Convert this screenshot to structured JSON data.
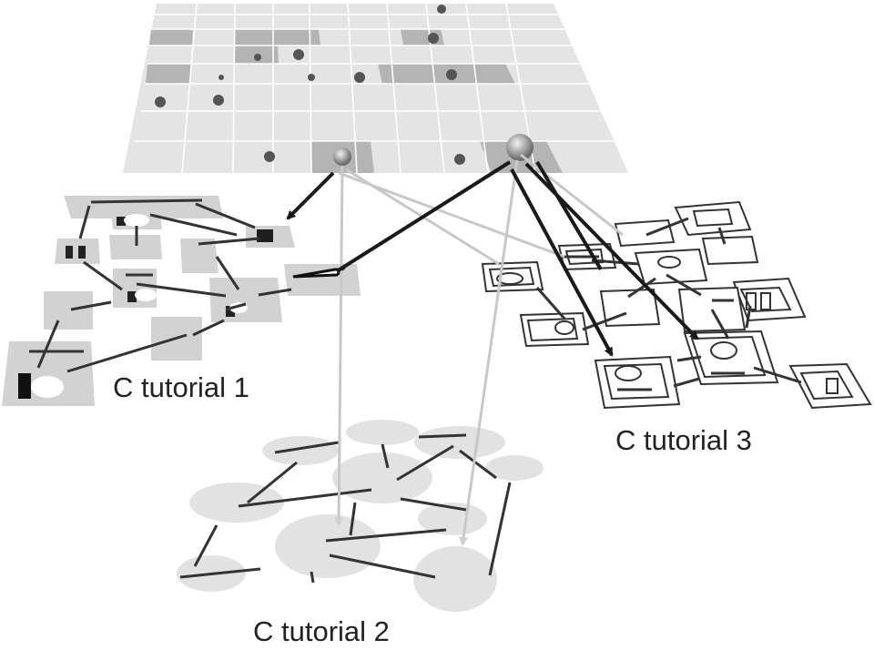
{
  "labels": {
    "tutorial_1": "C tutorial 1",
    "tutorial_2": "C tutorial 2",
    "tutorial_3": "C tutorial 3"
  },
  "colors": {
    "grid_light": "#e4e4e4",
    "grid_dark": "#aaaaaa",
    "grid_line": "#ffffff",
    "node_dot": "#555555",
    "arrow_dark": "#1a1a1a",
    "arrow_light": "#c8c8c8",
    "tutorial1_fill": "#d2d2d2",
    "tutorial2_blob": "#e2e2e2",
    "tutorial3_stroke": "#333333"
  }
}
